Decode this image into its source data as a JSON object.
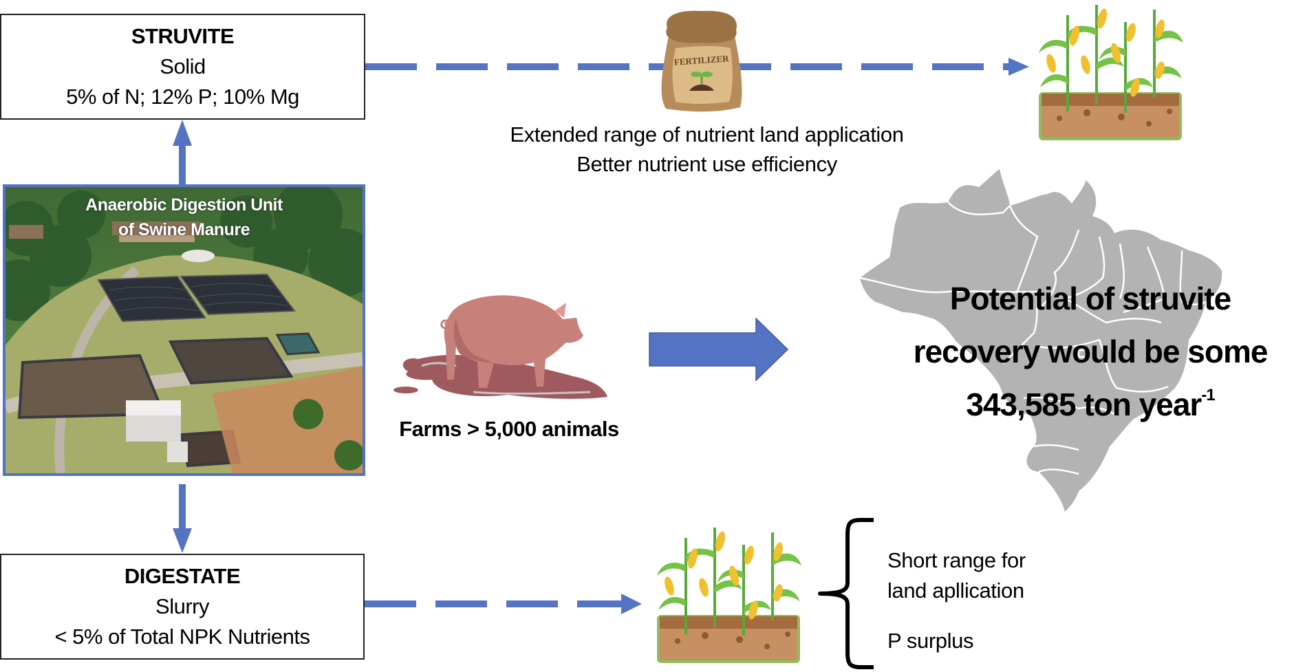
{
  "colors": {
    "accent_blue": "#5573c3",
    "box_border": "#222222",
    "map_gray": "#b3b3b3",
    "pig_pink": "#c8807a",
    "manure_brown": "#9e5a5e",
    "corn_green": "#6fbf3a",
    "soil_brown": "#c69062"
  },
  "struvite_box": {
    "title": "STRUVITE",
    "state": "Solid",
    "composition": "5% of N; 12% P; 10% Mg"
  },
  "digestate_box": {
    "title": "DIGESTATE",
    "state": "Slurry",
    "composition": "< 5% of Total NPK Nutrients"
  },
  "photo": {
    "title_line1": "Anaerobic Digestion Unit",
    "title_line2": "of Swine Manure",
    "icon": "anaerobic-digestion-plant-photo"
  },
  "fertilizer_bag": {
    "label": "FERTILIZER",
    "icon": "fertilizer-bag-icon"
  },
  "struvite_benefits": {
    "line1": "Extended range of nutrient land application",
    "line2": "Better nutrient use efficiency"
  },
  "farms": {
    "label": "Farms > 5,000 animals",
    "icon": "pig-icon"
  },
  "potential": {
    "line1": "Potential of struvite",
    "line2": "recovery would be some",
    "line3_value": "343,585 ton year",
    "line3_superscript": "-1",
    "background_icon": "brazil-map"
  },
  "digestate_notes": {
    "note1_line1": "Short range for",
    "note1_line2": "land apllication",
    "note2": "P surplus"
  }
}
